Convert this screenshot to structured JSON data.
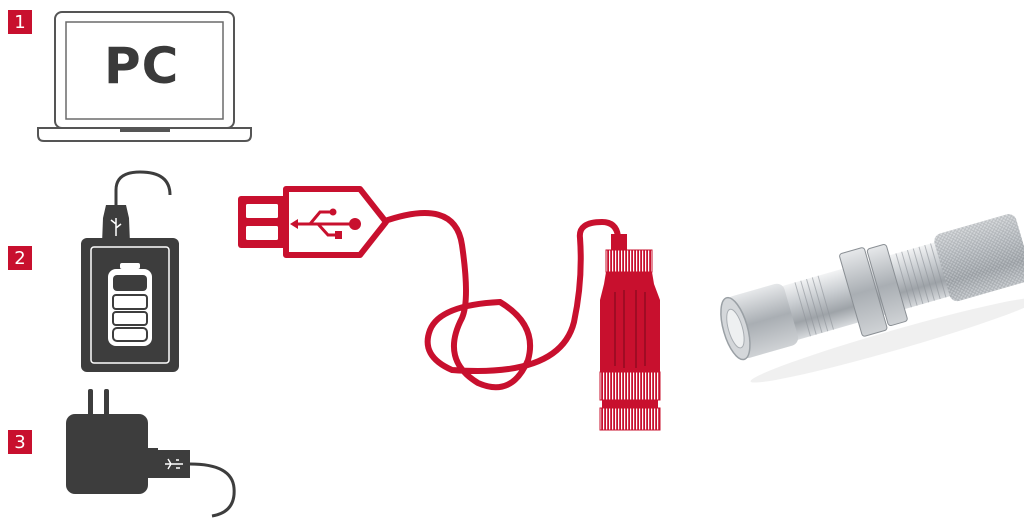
{
  "colors": {
    "accent": "#c8102e",
    "dark": "#3d3d3d",
    "outline": "#4a4a4a",
    "metal": "#b9bdc1"
  },
  "options": [
    {
      "number": "1",
      "label": "PC",
      "icon": "laptop-icon"
    },
    {
      "number": "2",
      "icon": "power-bank-icon"
    },
    {
      "number": "3",
      "icon": "wall-charger-icon"
    }
  ],
  "cable": {
    "icon": "usb-cable-icon",
    "plug_symbol": "usb-symbol-icon"
  },
  "device": {
    "icon": "sensor-icon"
  }
}
